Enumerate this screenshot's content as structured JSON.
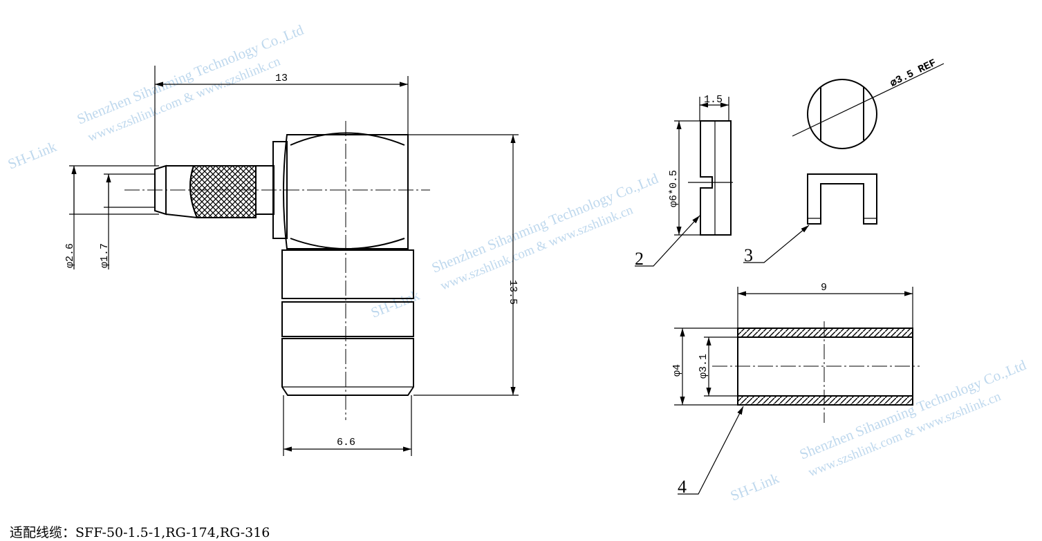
{
  "dimensions": {
    "cable_length": "13",
    "cable_outer_dia": "φ2.6",
    "cable_inner_dia": "φ1.7",
    "height": "13.5",
    "body_width": "6.6",
    "part2_thickness": "1.5",
    "part2_dia": "φ6*0.5",
    "part3_dia": "⌀3.5 REF",
    "part4_length": "9",
    "part4_outer_dia": "φ4",
    "part4_inner_dia": "φ3.1"
  },
  "part_labels": [
    "2",
    "3",
    "4"
  ],
  "watermark": {
    "company": "Shenzhen Sihanming Technology Co.,Ltd",
    "site": "www.szshlink.com  &  www.szshlink.cn",
    "logo": "SH-Link"
  },
  "note": "适配线缆：SFF-50-1.5-1,RG-174,RG-316",
  "colors": {
    "line": "#000000",
    "watermark": "#a9cbe8"
  }
}
